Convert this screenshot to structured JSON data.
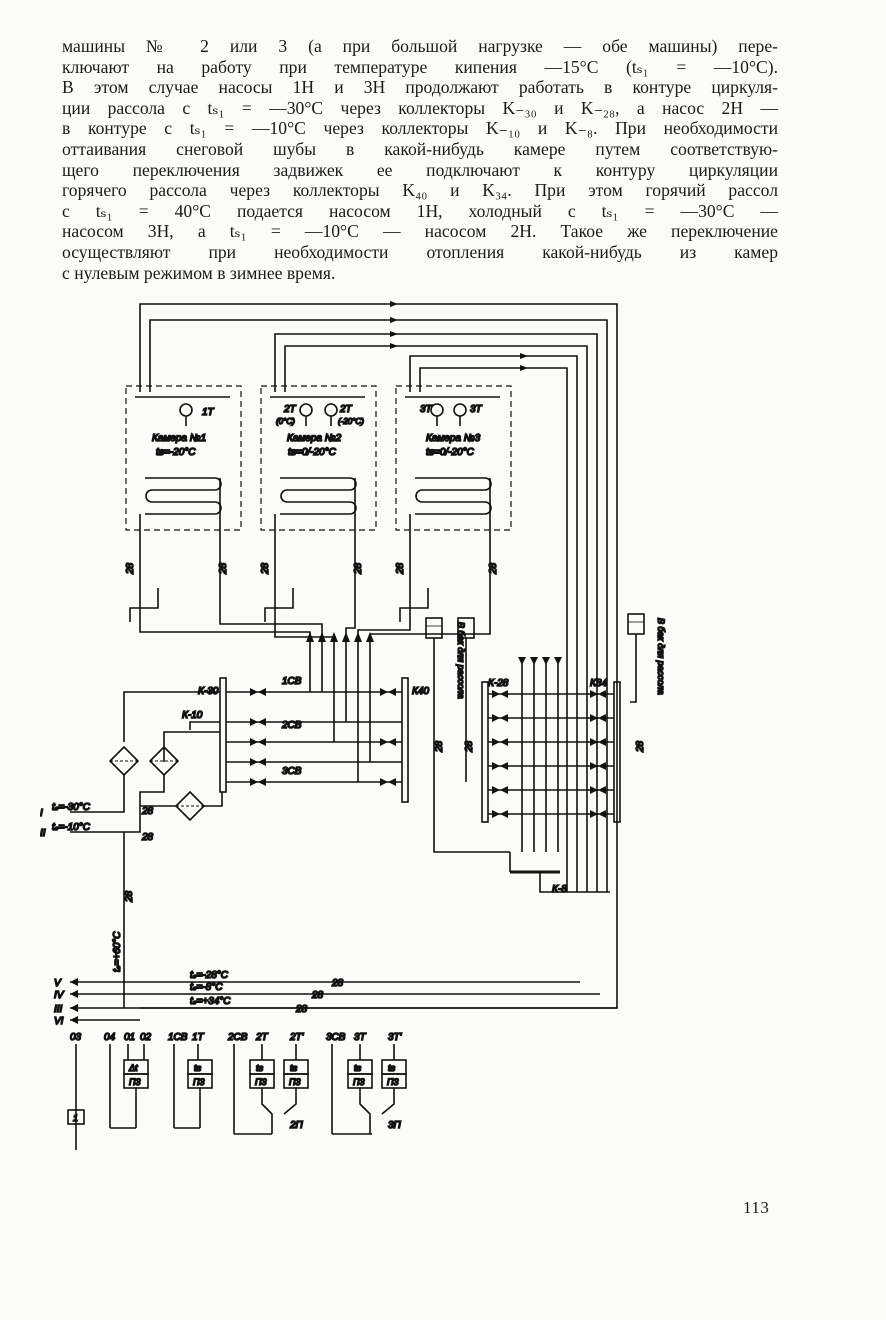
{
  "paragraph": {
    "lines": [
      "машины № 2 или 3 (а при большой нагрузке — обе машины) пере-",
      "ключают на работу при температуре кипения —15°С (tₛ₁ = —10°С).",
      "В этом случае насосы 1Н и 3Н продолжают работать в контуре циркуля-",
      "ции рассола с tₛ₁ = —30°С через коллекторы K₋₃₀ и K₋₂₈, а насос 2Н —",
      "в контуре с tₛ₁ = —10°С через коллекторы K₋₁₀ и K₋₈. При необходимости",
      "оттаивания снеговой шубы в какой-нибудь камере путем соответствую-",
      "щего переключения задвижек ее подключают к контуру циркуляции",
      "горячего рассола через коллекторы K₄₀ и K₃₄. При этом горячий рассол",
      "с tₛ₁ = 40°С подается насосом 1Н, холодный с tₛ₁ = —30°С —",
      "насосом 3Н, а tₛ₁ = —10°С — насосом 2Н. Такое же переключение",
      "осуществляют при необходимости отопления какой-нибудь из камер",
      "с нулевым режимом в зимнее время."
    ]
  },
  "diagram": {
    "chambers": [
      {
        "name": "Камера №1",
        "temp": "tв=-20°С",
        "sensors": [
          "1Т"
        ]
      },
      {
        "name": "Камера №2",
        "temp": "tв=0/-20°С",
        "sensors": [
          "2Т",
          "2Т"
        ],
        "sensor_notes": [
          "(0°С)",
          "(-20°С)"
        ]
      },
      {
        "name": "Камера №3",
        "temp": "tв=0/-20°С",
        "sensors": [
          "3Т",
          "3Т"
        ]
      }
    ],
    "collectors": {
      "k30": "К-30",
      "k10": "К-10",
      "k40": "К40",
      "k28": "К-28",
      "k34": "К34",
      "k8": "К-8"
    },
    "valves": [
      "1СВ",
      "2СВ",
      "3СВ"
    ],
    "tanks": [
      "В бак для рассола",
      "В бак для рассола"
    ],
    "pipe_label": "28",
    "inlets": [
      {
        "roman": "I",
        "temp": "tₛ=-30°С"
      },
      {
        "roman": "II",
        "temp": "tₛ=-10°С"
      }
    ],
    "vertical_temp": "tₛ=+60°С",
    "outlets": [
      {
        "roman": "V",
        "temp": "tₛ=-28°С"
      },
      {
        "roman": "IV",
        "temp": "tₛ=-8°С"
      },
      {
        "roman": "III",
        "temp": "tₛ=+34°С"
      },
      {
        "roman": "VI",
        "temp": ""
      }
    ],
    "signal_labels": [
      "03",
      "04",
      "01",
      "02",
      "1СВ",
      "1Т",
      "2СВ",
      "2Т",
      "2Т'",
      "3СВ",
      "3Т",
      "3Т'"
    ],
    "control_boxes": [
      {
        "top": "Δt",
        "bottom": "П3"
      },
      {
        "top": "tв",
        "bottom": "П3"
      },
      {
        "top": "tв",
        "bottom": "П3"
      },
      {
        "top": "tв",
        "bottom": "П3"
      },
      {
        "top": "tв",
        "bottom": "П3"
      },
      {
        "top": "tв",
        "bottom": "П3"
      }
    ],
    "relay_labels": [
      "2П",
      "3П"
    ],
    "box_03": "1"
  },
  "page_number": "113"
}
